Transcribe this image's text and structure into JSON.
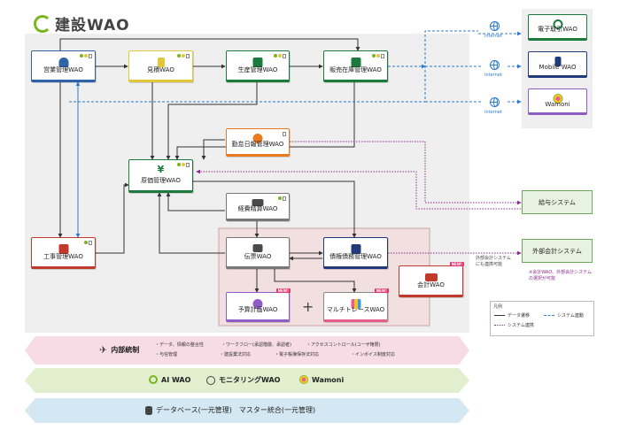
{
  "brand": {
    "name": "建設WAO"
  },
  "modules": {
    "sales": "営業管理WAO",
    "estimate": "見積WAO",
    "production": "生産管理WAO",
    "inventory": "販売在庫管理WAO",
    "attendance": "勤怠日報管理WAO",
    "cost": "原価管理WAO",
    "expense": "経費精算WAO",
    "construction": "工事管理WAO",
    "voucher": "伝票WAO",
    "debt": "債権債務管理WAO",
    "budget": "予算計画WAO",
    "multitrace": "マルチトレースWAO",
    "accounting": "会計WAO"
  },
  "external": {
    "edi": "電子取引WAO",
    "mobile": "Mobile WAO",
    "wamoni": "Wamoni",
    "internet": "internet",
    "payroll": "給与システム",
    "ext_accounting": "外部会計システム",
    "ext_note": [
      "外部会計システム",
      "にも連携可能"
    ],
    "acct_note": [
      "※会計WAO、外部会計システム",
      "の選択が可能"
    ]
  },
  "badges": {
    "new": "NEW!"
  },
  "legend": {
    "title": "凡例",
    "data_transition": "データ遷移",
    "system_link": "システム連動",
    "system_link2": "システム連携"
  },
  "bands": {
    "internal_control": {
      "title": "内部統制",
      "items": [
        "・データ、情報の整合性",
        "・ワークフロー(承認階層、承認者)",
        "・アクセスコントロール(ユーザ権限)",
        "・与信管理",
        "・建設業法対応",
        "・電子帳簿保存法対応",
        "・インボイス制度対応"
      ]
    },
    "services": {
      "ai": "AI WAO",
      "monitoring": "モニタリングWAO",
      "wamoni": "Wamoni"
    },
    "database": {
      "title": "データベース(一元管理)　マスター統合(一元管理)"
    }
  },
  "colors": {
    "green": "#1b7a3c",
    "blue": "#2f63a8",
    "dashed": "#2b7bd1",
    "dotted": "#8a2f8f"
  }
}
